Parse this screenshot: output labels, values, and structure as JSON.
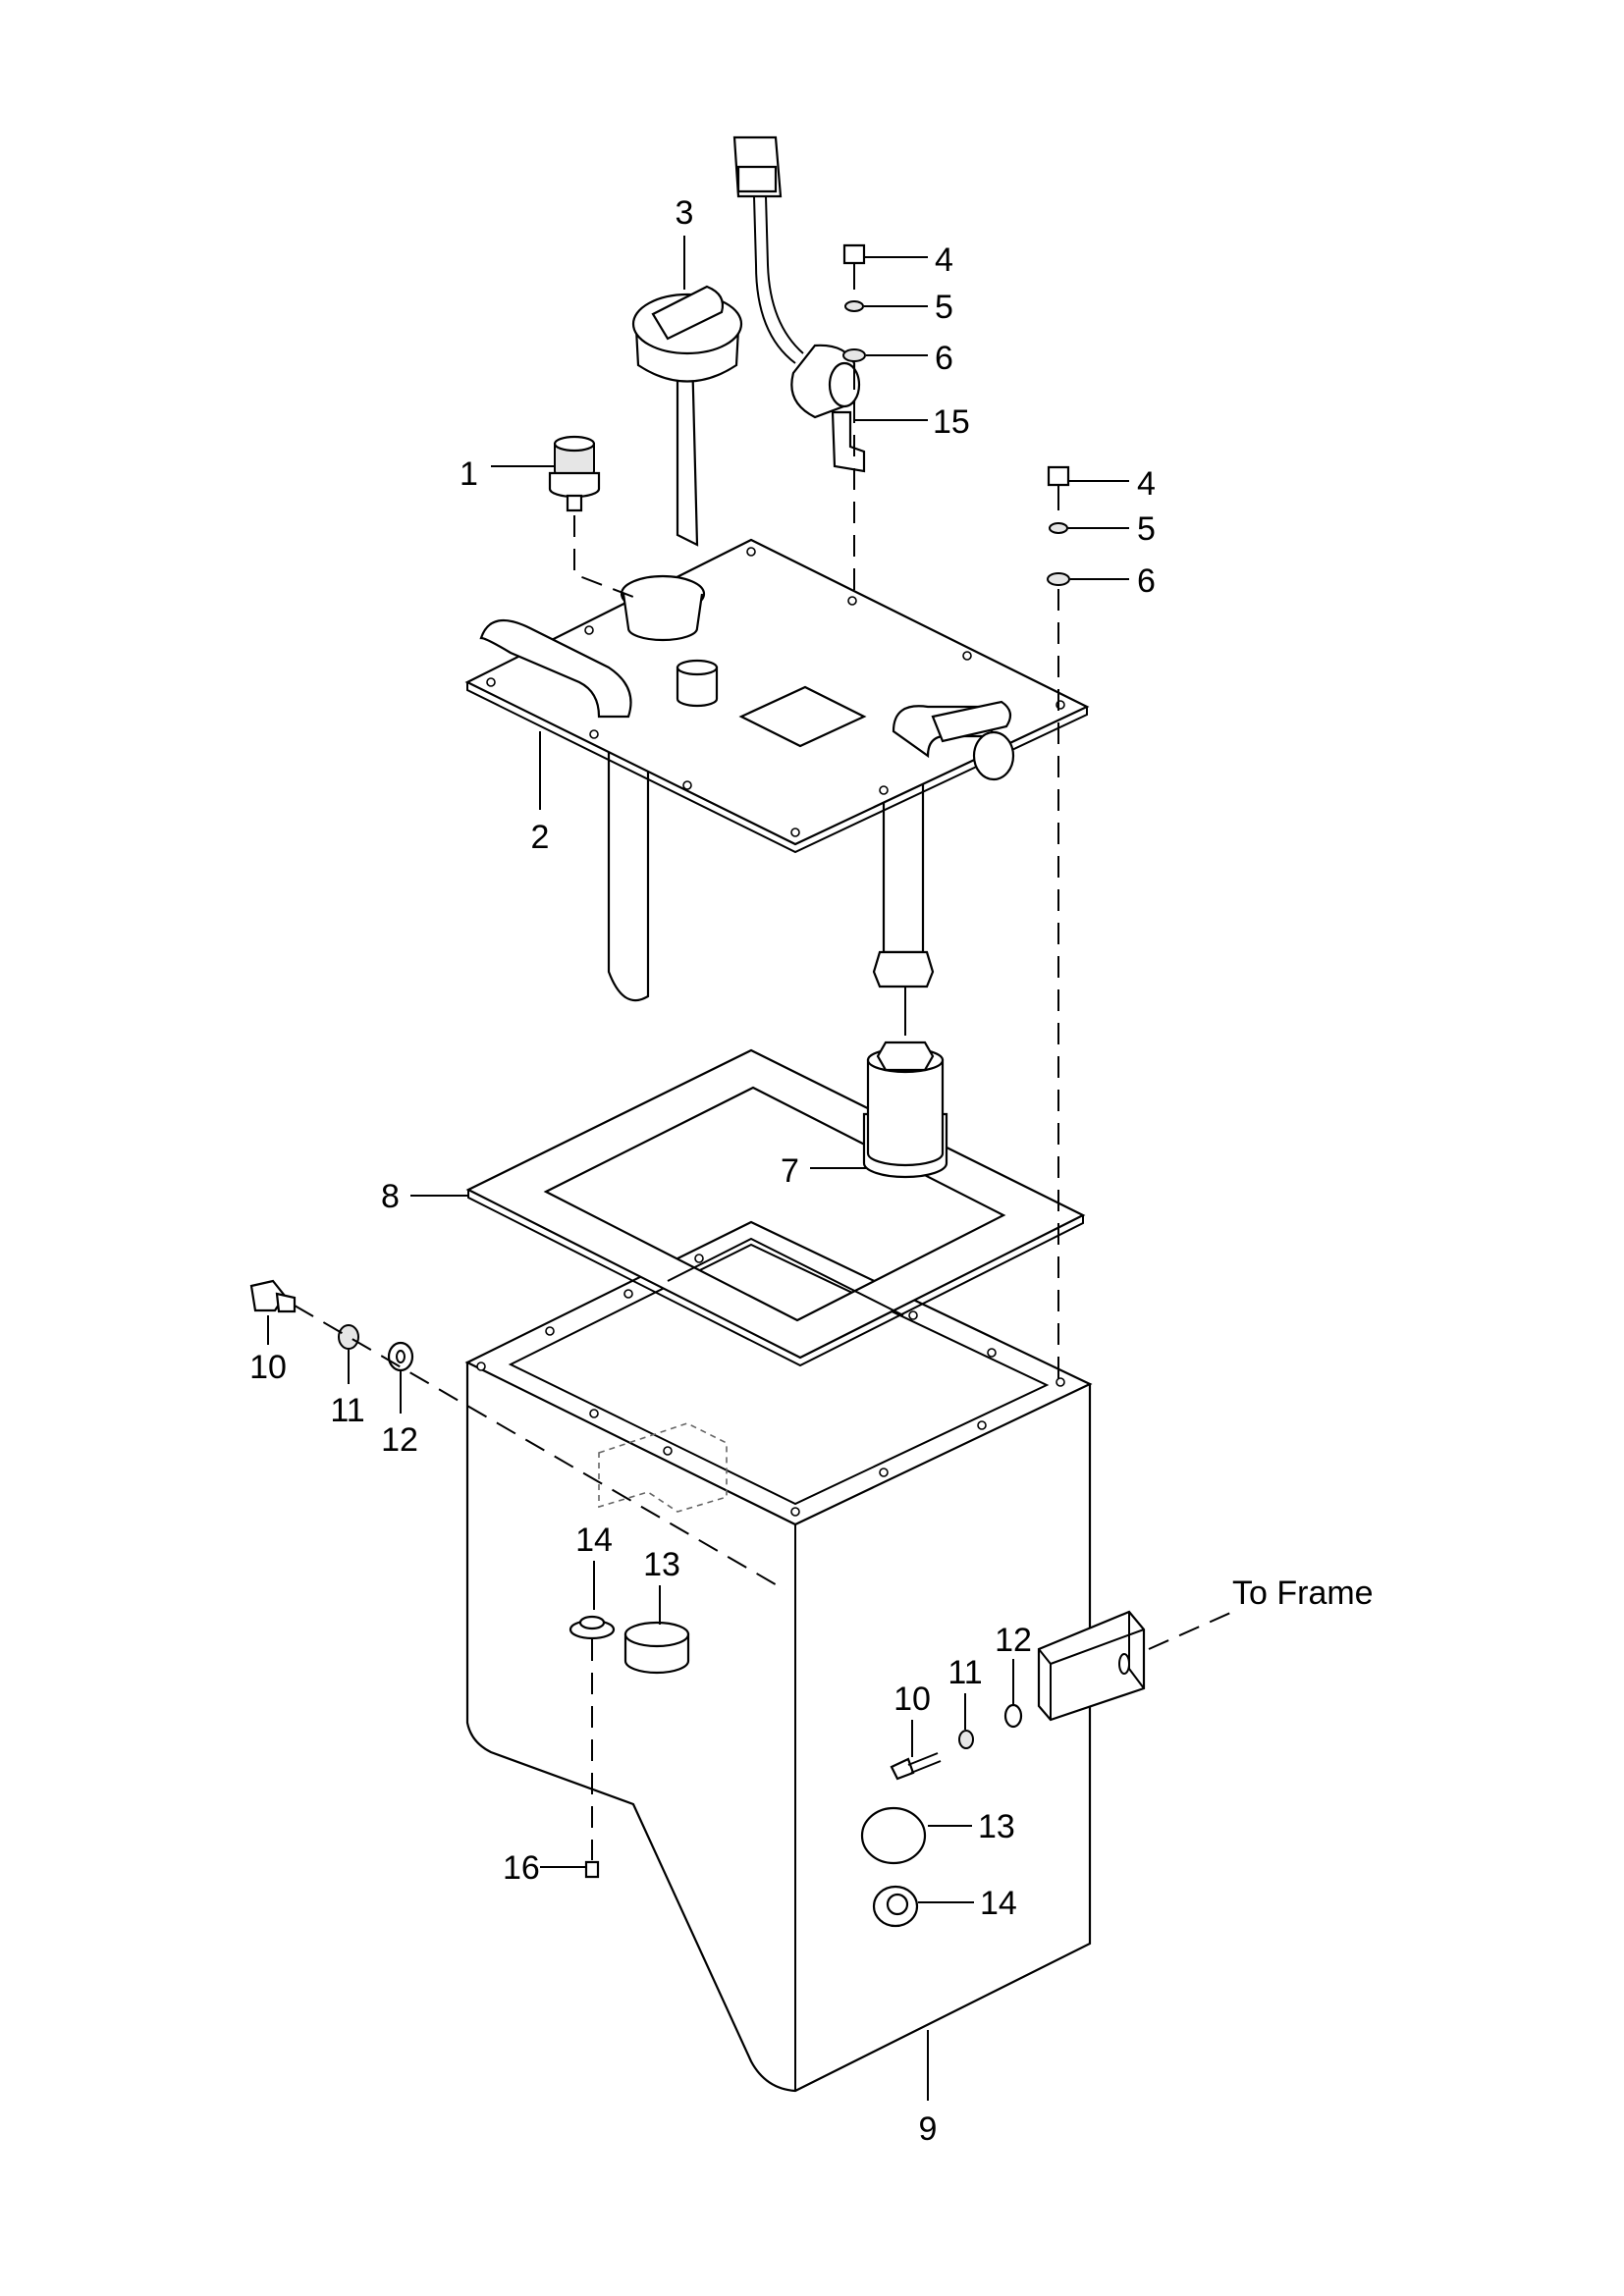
{
  "title": "Hydraulic tank assembly exploded view",
  "callouts": {
    "p1": "1",
    "p2": "2",
    "p3": "3",
    "p4a": "4",
    "p5a": "5",
    "p6a": "6",
    "p4b": "4",
    "p5b": "5",
    "p6b": "6",
    "p7": "7",
    "p8": "8",
    "p9": "9",
    "p10a": "10",
    "p11a": "11",
    "p12a": "12",
    "p10b": "10",
    "p11b": "11",
    "p12b": "12",
    "p13a": "13",
    "p14a": "14",
    "p13b": "13",
    "p14b": "14",
    "p15": "15",
    "p16": "16"
  },
  "annotations": {
    "to_frame": "To Frame"
  }
}
